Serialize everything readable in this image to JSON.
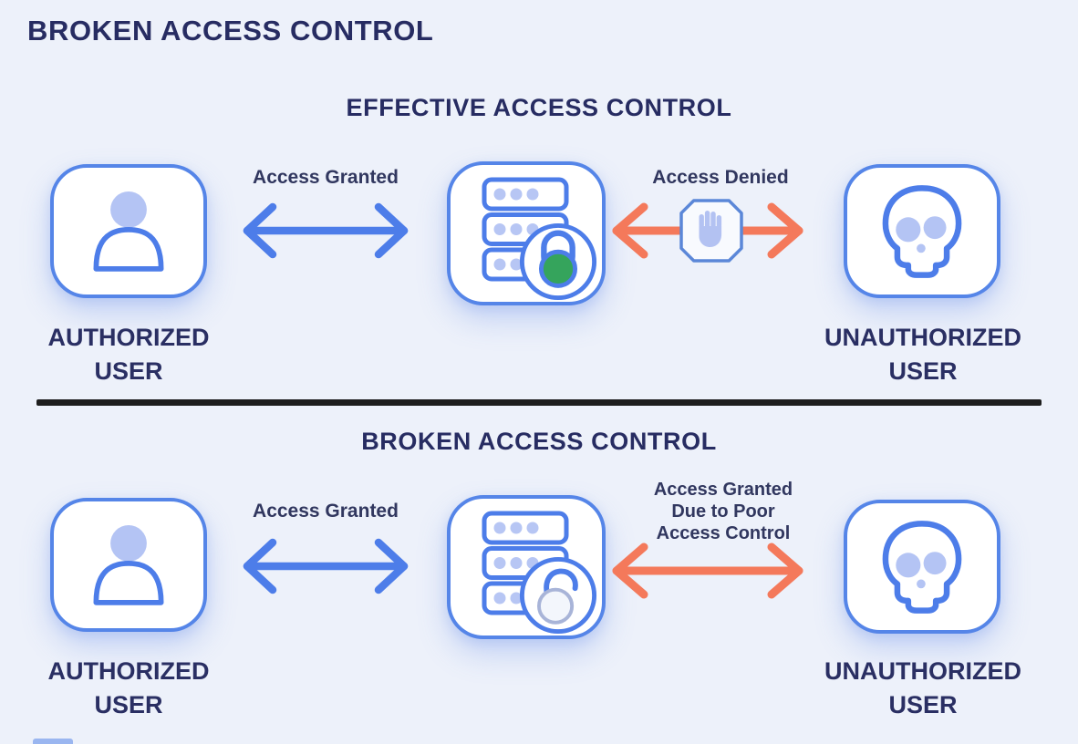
{
  "title": "BROKEN ACCESS CONTROL",
  "colors": {
    "background": "#edf1fa",
    "heading_text": "#272c62",
    "box_border": "#5585e8",
    "icon_fill_light": "#b4c4f4",
    "arrow_blue": "#4d7de9",
    "arrow_orange": "#f4795b",
    "lock_green": "#35a45c",
    "divider": "#1e1e1e"
  },
  "icons": [
    "user-icon",
    "server-icon",
    "lock-closed-icon",
    "lock-open-icon",
    "skull-icon",
    "stop-hand-icon",
    "double-arrow-icon"
  ],
  "sections": [
    {
      "heading": "EFFECTIVE ACCESS CONTROL",
      "left_box": {
        "icon": "user-icon",
        "label_line1": "AUTHORIZED",
        "label_line2": "USER"
      },
      "center_box": {
        "icon": "server-icon",
        "lock_state": "locked",
        "lock_icon": "lock-closed-icon"
      },
      "right_box": {
        "icon": "skull-icon",
        "label_line1": "UNAUTHORIZED",
        "label_line2": "USER"
      },
      "left_arrow": {
        "label": "Access Granted",
        "color": "#4d7de9"
      },
      "right_arrow": {
        "label": "Access Denied",
        "color": "#f4795b",
        "badge_icon": "stop-hand-icon"
      }
    },
    {
      "heading": "BROKEN ACCESS CONTROL",
      "left_box": {
        "icon": "user-icon",
        "label_line1": "AUTHORIZED",
        "label_line2": "USER"
      },
      "center_box": {
        "icon": "server-icon",
        "lock_state": "unlocked",
        "lock_icon": "lock-open-icon"
      },
      "right_box": {
        "icon": "skull-icon",
        "label_line1": "UNAUTHORIZED",
        "label_line2": "USER"
      },
      "left_arrow": {
        "label": "Access Granted",
        "color": "#4d7de9"
      },
      "right_arrow": {
        "label_lines": [
          "Access Granted",
          "Due to Poor",
          "Access Control"
        ],
        "color": "#f4795b"
      }
    }
  ]
}
